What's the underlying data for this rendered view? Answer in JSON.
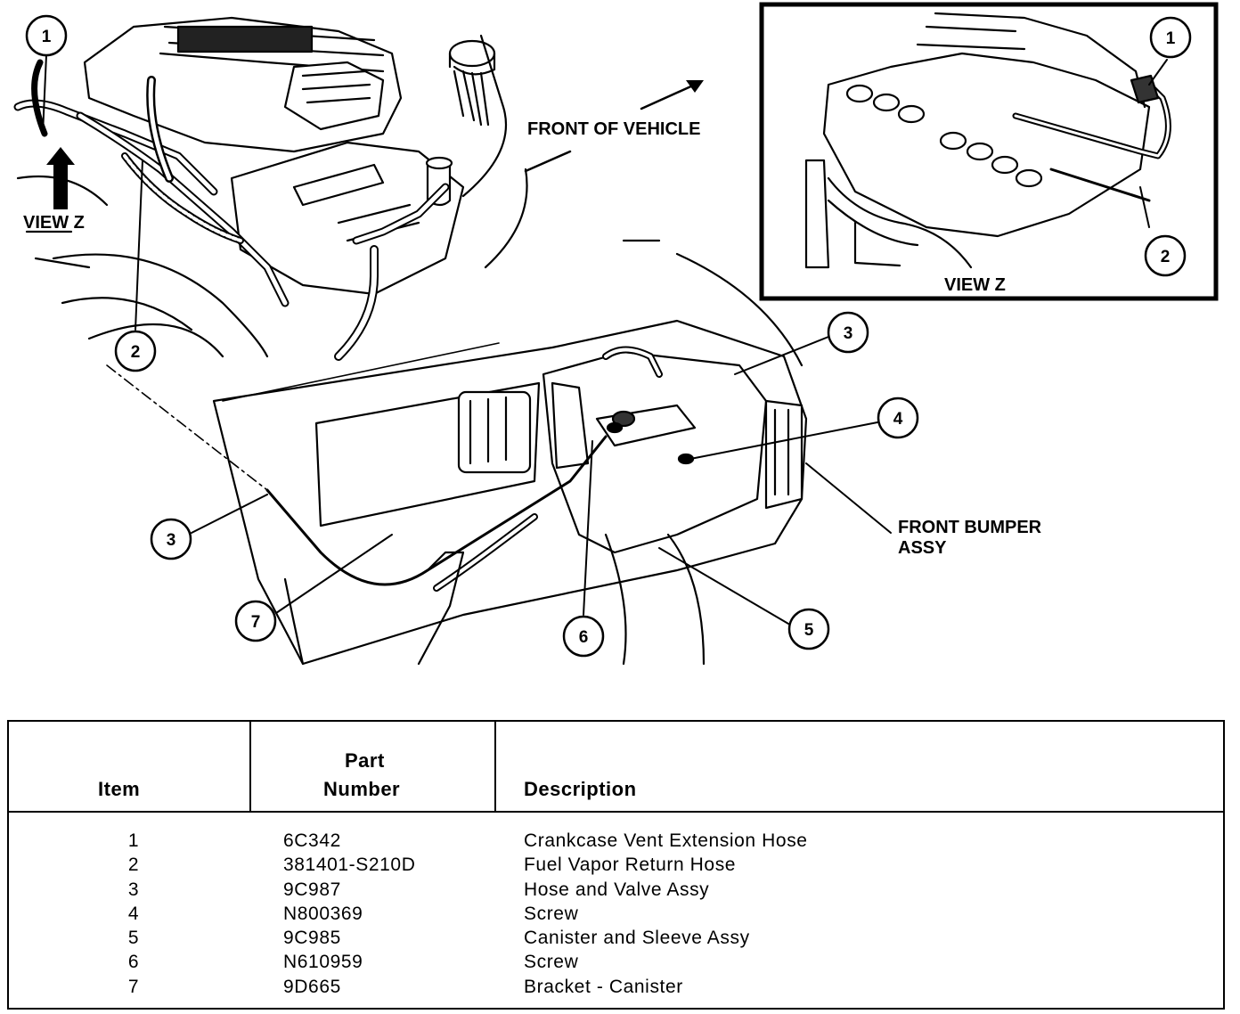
{
  "diagram": {
    "label_front_of_vehicle": "FRONT OF VEHICLE",
    "label_view_z_main": "VIEW Z",
    "label_view_z_inset": "VIEW Z",
    "label_front_bumper_line1": "FRONT BUMPER",
    "label_front_bumper_line2": "ASSY",
    "callouts": [
      "1",
      "2",
      "1",
      "2",
      "3",
      "3",
      "4",
      "5",
      "6",
      "7"
    ]
  },
  "table": {
    "header_item": "Item",
    "header_part_line1": "Part",
    "header_part_line2": "Number",
    "header_description": "Description",
    "rows": [
      {
        "item": "1",
        "part": "6C342",
        "description": "Crankcase Vent Extension Hose"
      },
      {
        "item": "2",
        "part": "381401-S210D",
        "description": "Fuel Vapor Return Hose"
      },
      {
        "item": "3",
        "part": "9C987",
        "description": "Hose and Valve Assy"
      },
      {
        "item": "4",
        "part": "N800369",
        "description": "Screw"
      },
      {
        "item": "5",
        "part": "9C985",
        "description": "Canister and Sleeve Assy"
      },
      {
        "item": "6",
        "part": "N610959",
        "description": "Screw"
      },
      {
        "item": "7",
        "part": "9D665",
        "description": "Bracket - Canister"
      }
    ]
  }
}
